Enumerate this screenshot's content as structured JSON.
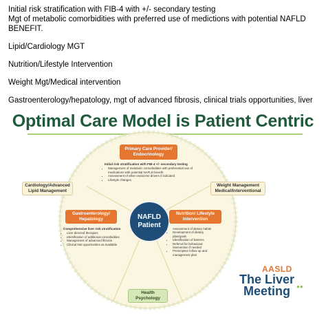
{
  "notes": {
    "line1": "Initial risk stratification with FIB-4 with +/- secondary testing",
    "line2": "Mgt of metabolic comorbidities with preferred use of medictions with potential NAFLD BENEFIT.",
    "line3": "Lipid/Cardiology MGT",
    "line4": "Nutrition/Lifestyle Intervention",
    "line5": "Weight Mgt/Medical intervention",
    "line6": "Gastroenterology/hepatology, mgt of advanced fibrosis, clinical trials opportunities, liver directed therapies, identification of additional comorbidities."
  },
  "slide": {
    "title": "Optimal Care Model is Patient Centric",
    "center": "NAFLD Patient",
    "primary_care": {
      "label": "Primary Care Provider/ Endocrinology",
      "heading": "Initial risk stratification with FIB-4 +/- secondary testing",
      "items": [
        "Management of metabolic comorbidities with preferential use of medications with potential NAFLD benefit",
        "Assessment of other endocrine drivers if indicated",
        "Lifestyle changes"
      ]
    },
    "cardiology": {
      "label": "Cardiology/Advanced Lipid Management"
    },
    "weight": {
      "label": "Weight Management Medical/Interventional"
    },
    "gastro": {
      "label": "Gastroenterology/ Hepatology",
      "heading": "Comprehensive liver risk stratification",
      "items": [
        "Liver directed therapies",
        "Identification of additional comorbidities",
        "Management of advanced fibrosis",
        "Clinical trial opportunities as available"
      ]
    },
    "nutrition": {
      "label": "Nutrition/ Lifestyle Intervention",
      "items": [
        "Assessment of dietary habits",
        "Development of dietary plan/goals",
        "Identification of barriers",
        "Referral for behavioral intervention if needed",
        "Prescriptive follow up and management plan"
      ]
    },
    "health": {
      "label": "Health Psychology"
    },
    "brand": {
      "org": "AASLD",
      "name": "The Liver Meeting"
    }
  },
  "colors": {
    "title_green": "#1f5b3a",
    "orange": "#e47630",
    "navy": "#1e4e78",
    "pale_circle": "#fbf6e2"
  }
}
